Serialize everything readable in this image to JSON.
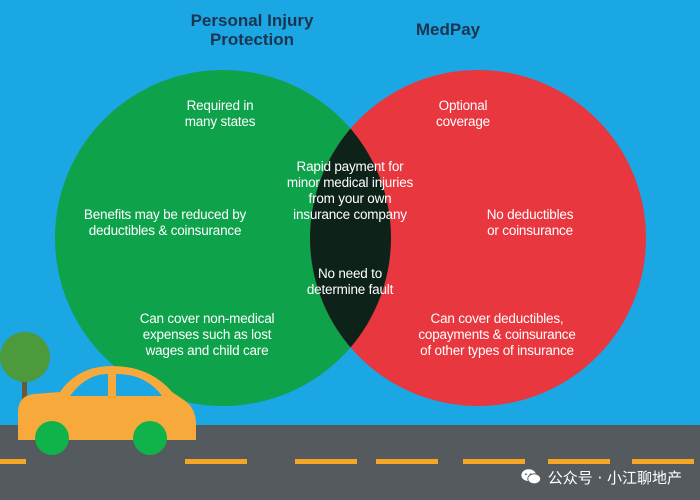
{
  "diagram": {
    "left_title": "Personal Injury\nProtection",
    "right_title": "MedPay",
    "left_only": [
      "Required in\nmany states",
      "Benefits may be reduced by\ndeductibles & coinsurance",
      "Can cover non-medical\nexpenses such as lost\nwages and child care"
    ],
    "overlap": [
      "Rapid payment for\nminor medical injuries\nfrom your own\ninsurance company",
      "No need to\ndetermine fault"
    ],
    "right_only": [
      "Optional\ncoverage",
      "No deductibles\nor coinsurance",
      "Can cover deductibles,\ncopayments & coinsurance\nof other types of insurance"
    ]
  },
  "watermark": "公众号 · 小江聊地产",
  "colors": {
    "sky": "#1ba6e4",
    "left_circle": "#0ea24a",
    "right_circle": "#e8373f",
    "overlap": "#0d231a",
    "road": "#555a5e",
    "lane": "#f5a623",
    "car": "#f7a93b",
    "wheel": "#10b24a",
    "tree": "#4c9a3b",
    "title": "#1b3550"
  }
}
